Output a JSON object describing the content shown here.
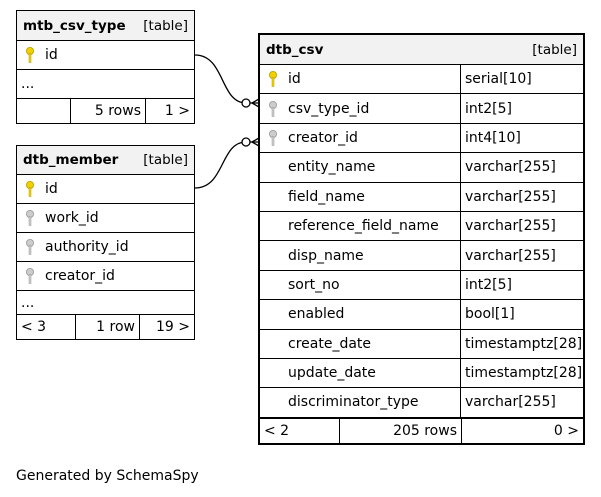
{
  "mtb_csv_type": {
    "name": "mtb_csv_type",
    "kind": "[table]",
    "columns": [
      {
        "name": "id",
        "key": "primary"
      }
    ],
    "ellipsis": "...",
    "footer": {
      "left": "",
      "mid": "5 rows",
      "right": "1 >"
    }
  },
  "dtb_member": {
    "name": "dtb_member",
    "kind": "[table]",
    "columns": [
      {
        "name": "id",
        "key": "primary"
      },
      {
        "name": "work_id",
        "key": "foreign"
      },
      {
        "name": "authority_id",
        "key": "foreign"
      },
      {
        "name": "creator_id",
        "key": "foreign"
      }
    ],
    "ellipsis": "...",
    "footer": {
      "left": "< 3",
      "mid": "1 row",
      "right": "19 >"
    }
  },
  "dtb_csv": {
    "name": "dtb_csv",
    "kind": "[table]",
    "columns": [
      {
        "name": "id",
        "type": "serial[10]",
        "key": "primary"
      },
      {
        "name": "csv_type_id",
        "type": "int2[5]",
        "key": "foreign"
      },
      {
        "name": "creator_id",
        "type": "int4[10]",
        "key": "foreign"
      },
      {
        "name": "entity_name",
        "type": "varchar[255]",
        "key": ""
      },
      {
        "name": "field_name",
        "type": "varchar[255]",
        "key": ""
      },
      {
        "name": "reference_field_name",
        "type": "varchar[255]",
        "key": ""
      },
      {
        "name": "disp_name",
        "type": "varchar[255]",
        "key": ""
      },
      {
        "name": "sort_no",
        "type": "int2[5]",
        "key": ""
      },
      {
        "name": "enabled",
        "type": "bool[1]",
        "key": ""
      },
      {
        "name": "create_date",
        "type": "timestamptz[28]",
        "key": ""
      },
      {
        "name": "update_date",
        "type": "timestamptz[28]",
        "key": ""
      },
      {
        "name": "discriminator_type",
        "type": "varchar[255]",
        "key": ""
      }
    ],
    "footer": {
      "left": "< 2",
      "mid": "205 rows",
      "right": "0 >"
    }
  },
  "relations": [
    {
      "from": "mtb_csv_type.id",
      "to": "dtb_csv.csv_type_id"
    },
    {
      "from": "dtb_member.id",
      "to": "dtb_csv.creator_id"
    }
  ],
  "colors": {
    "primary_key": "#f2d000",
    "foreign_key": "#aaaaaa",
    "header_bg": "#f2f2f2"
  },
  "credit": "Generated by SchemaSpy"
}
